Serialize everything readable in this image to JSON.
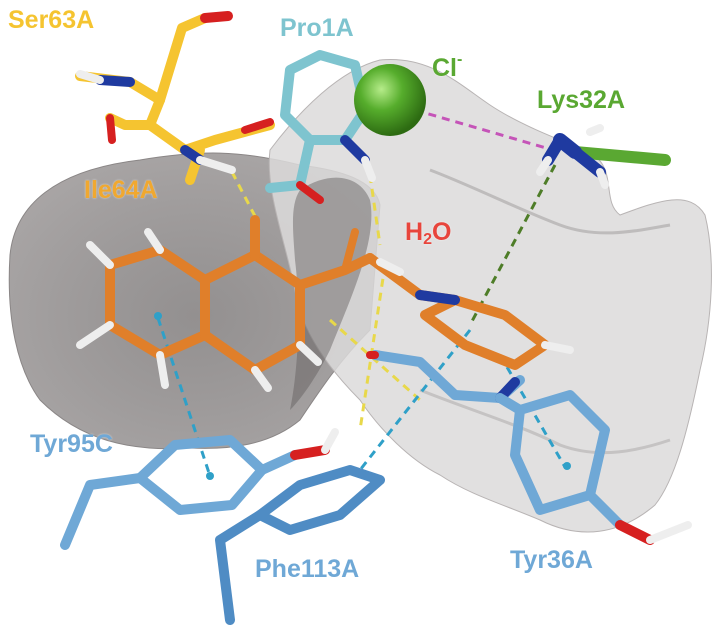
{
  "labels": {
    "ser63a": "Ser63A",
    "pro1a": "Pro1A",
    "cl": "Cl",
    "cl_charge": "-",
    "lys32a": "Lys32A",
    "ile64a": "Ile64A",
    "water_h": "H",
    "water_sub": "2",
    "water_o": "O",
    "tyr95c": "Tyr95C",
    "phe113a": "Phe113A",
    "tyr36a": "Tyr36A"
  },
  "colors": {
    "ser_ile": "#f5c430",
    "pro": "#7ec4cf",
    "chloride": "#5aa832",
    "lysine": "#5aa832",
    "water": "#e8453c",
    "tyrosine": "#6fa8d6",
    "phenylalanine": "#6fa8d6",
    "ligand": "#e07f2a",
    "nitrogen": "#1f3aa0",
    "oxygen": "#d62020",
    "surface": "#8e8a8a"
  }
}
